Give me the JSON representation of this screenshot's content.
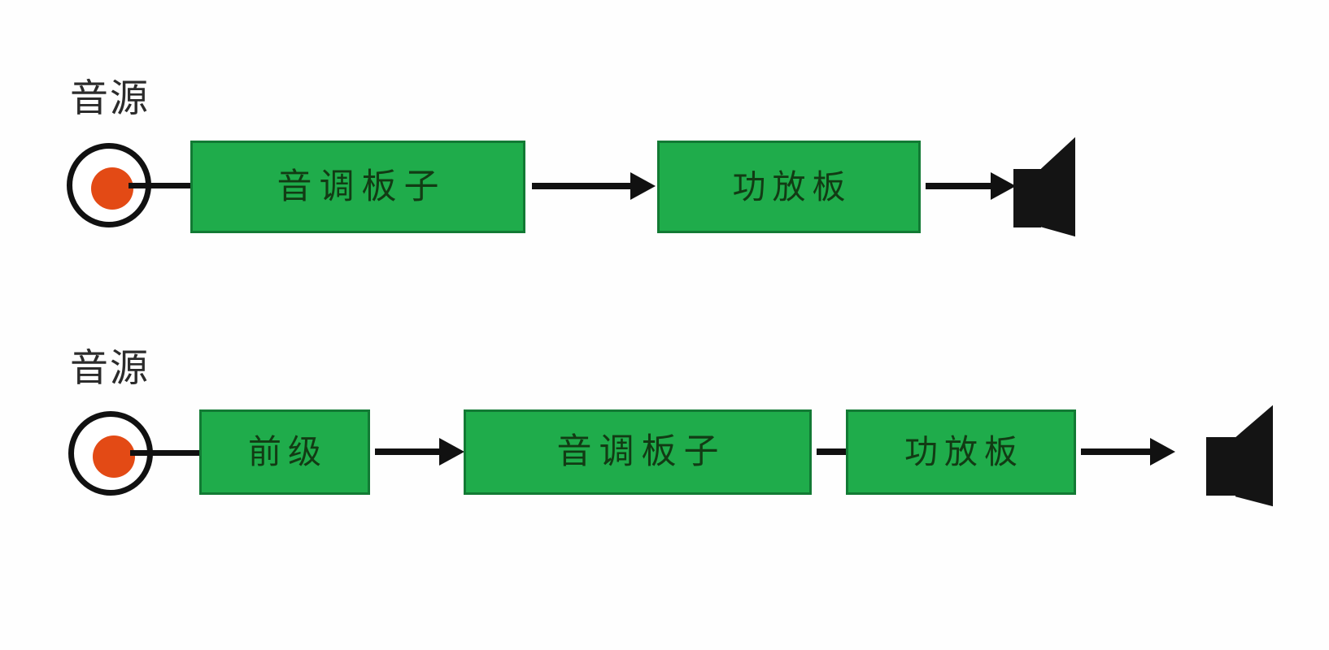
{
  "diagram": {
    "title": "Audio signal chain block diagram",
    "background_color": "#fefefe",
    "box_fill_color": "#1fac4b",
    "box_border_color": "#127a34",
    "box_text_color": "#123b14",
    "line_color": "#111111",
    "source_dot_color": "#e34a15",
    "label_text_color": "#2b2b2b"
  },
  "chains": [
    {
      "id": "chain-top",
      "source": {
        "label": "音源",
        "icon": "audio-source-jack-icon"
      },
      "stages": [
        {
          "label": "音调板子"
        },
        {
          "label": "功放板"
        }
      ],
      "output": {
        "icon": "speaker-icon"
      },
      "connectors": [
        {
          "type": "line",
          "from": "source",
          "to": "音调板子"
        },
        {
          "type": "arrow",
          "from": "音调板子",
          "to": "功放板"
        },
        {
          "type": "arrow",
          "from": "功放板",
          "to": "speaker"
        }
      ]
    },
    {
      "id": "chain-bottom",
      "source": {
        "label": "音源",
        "icon": "audio-source-jack-icon"
      },
      "stages": [
        {
          "label": "前级"
        },
        {
          "label": "音调板子"
        },
        {
          "label": "功放板"
        }
      ],
      "output": {
        "icon": "speaker-icon"
      },
      "connectors": [
        {
          "type": "line",
          "from": "source",
          "to": "前级"
        },
        {
          "type": "arrow",
          "from": "前级",
          "to": "音调板子"
        },
        {
          "type": "arrow",
          "from": "音调板子",
          "to": "功放板"
        },
        {
          "type": "arrow",
          "from": "功放板",
          "to": "speaker"
        }
      ]
    }
  ]
}
